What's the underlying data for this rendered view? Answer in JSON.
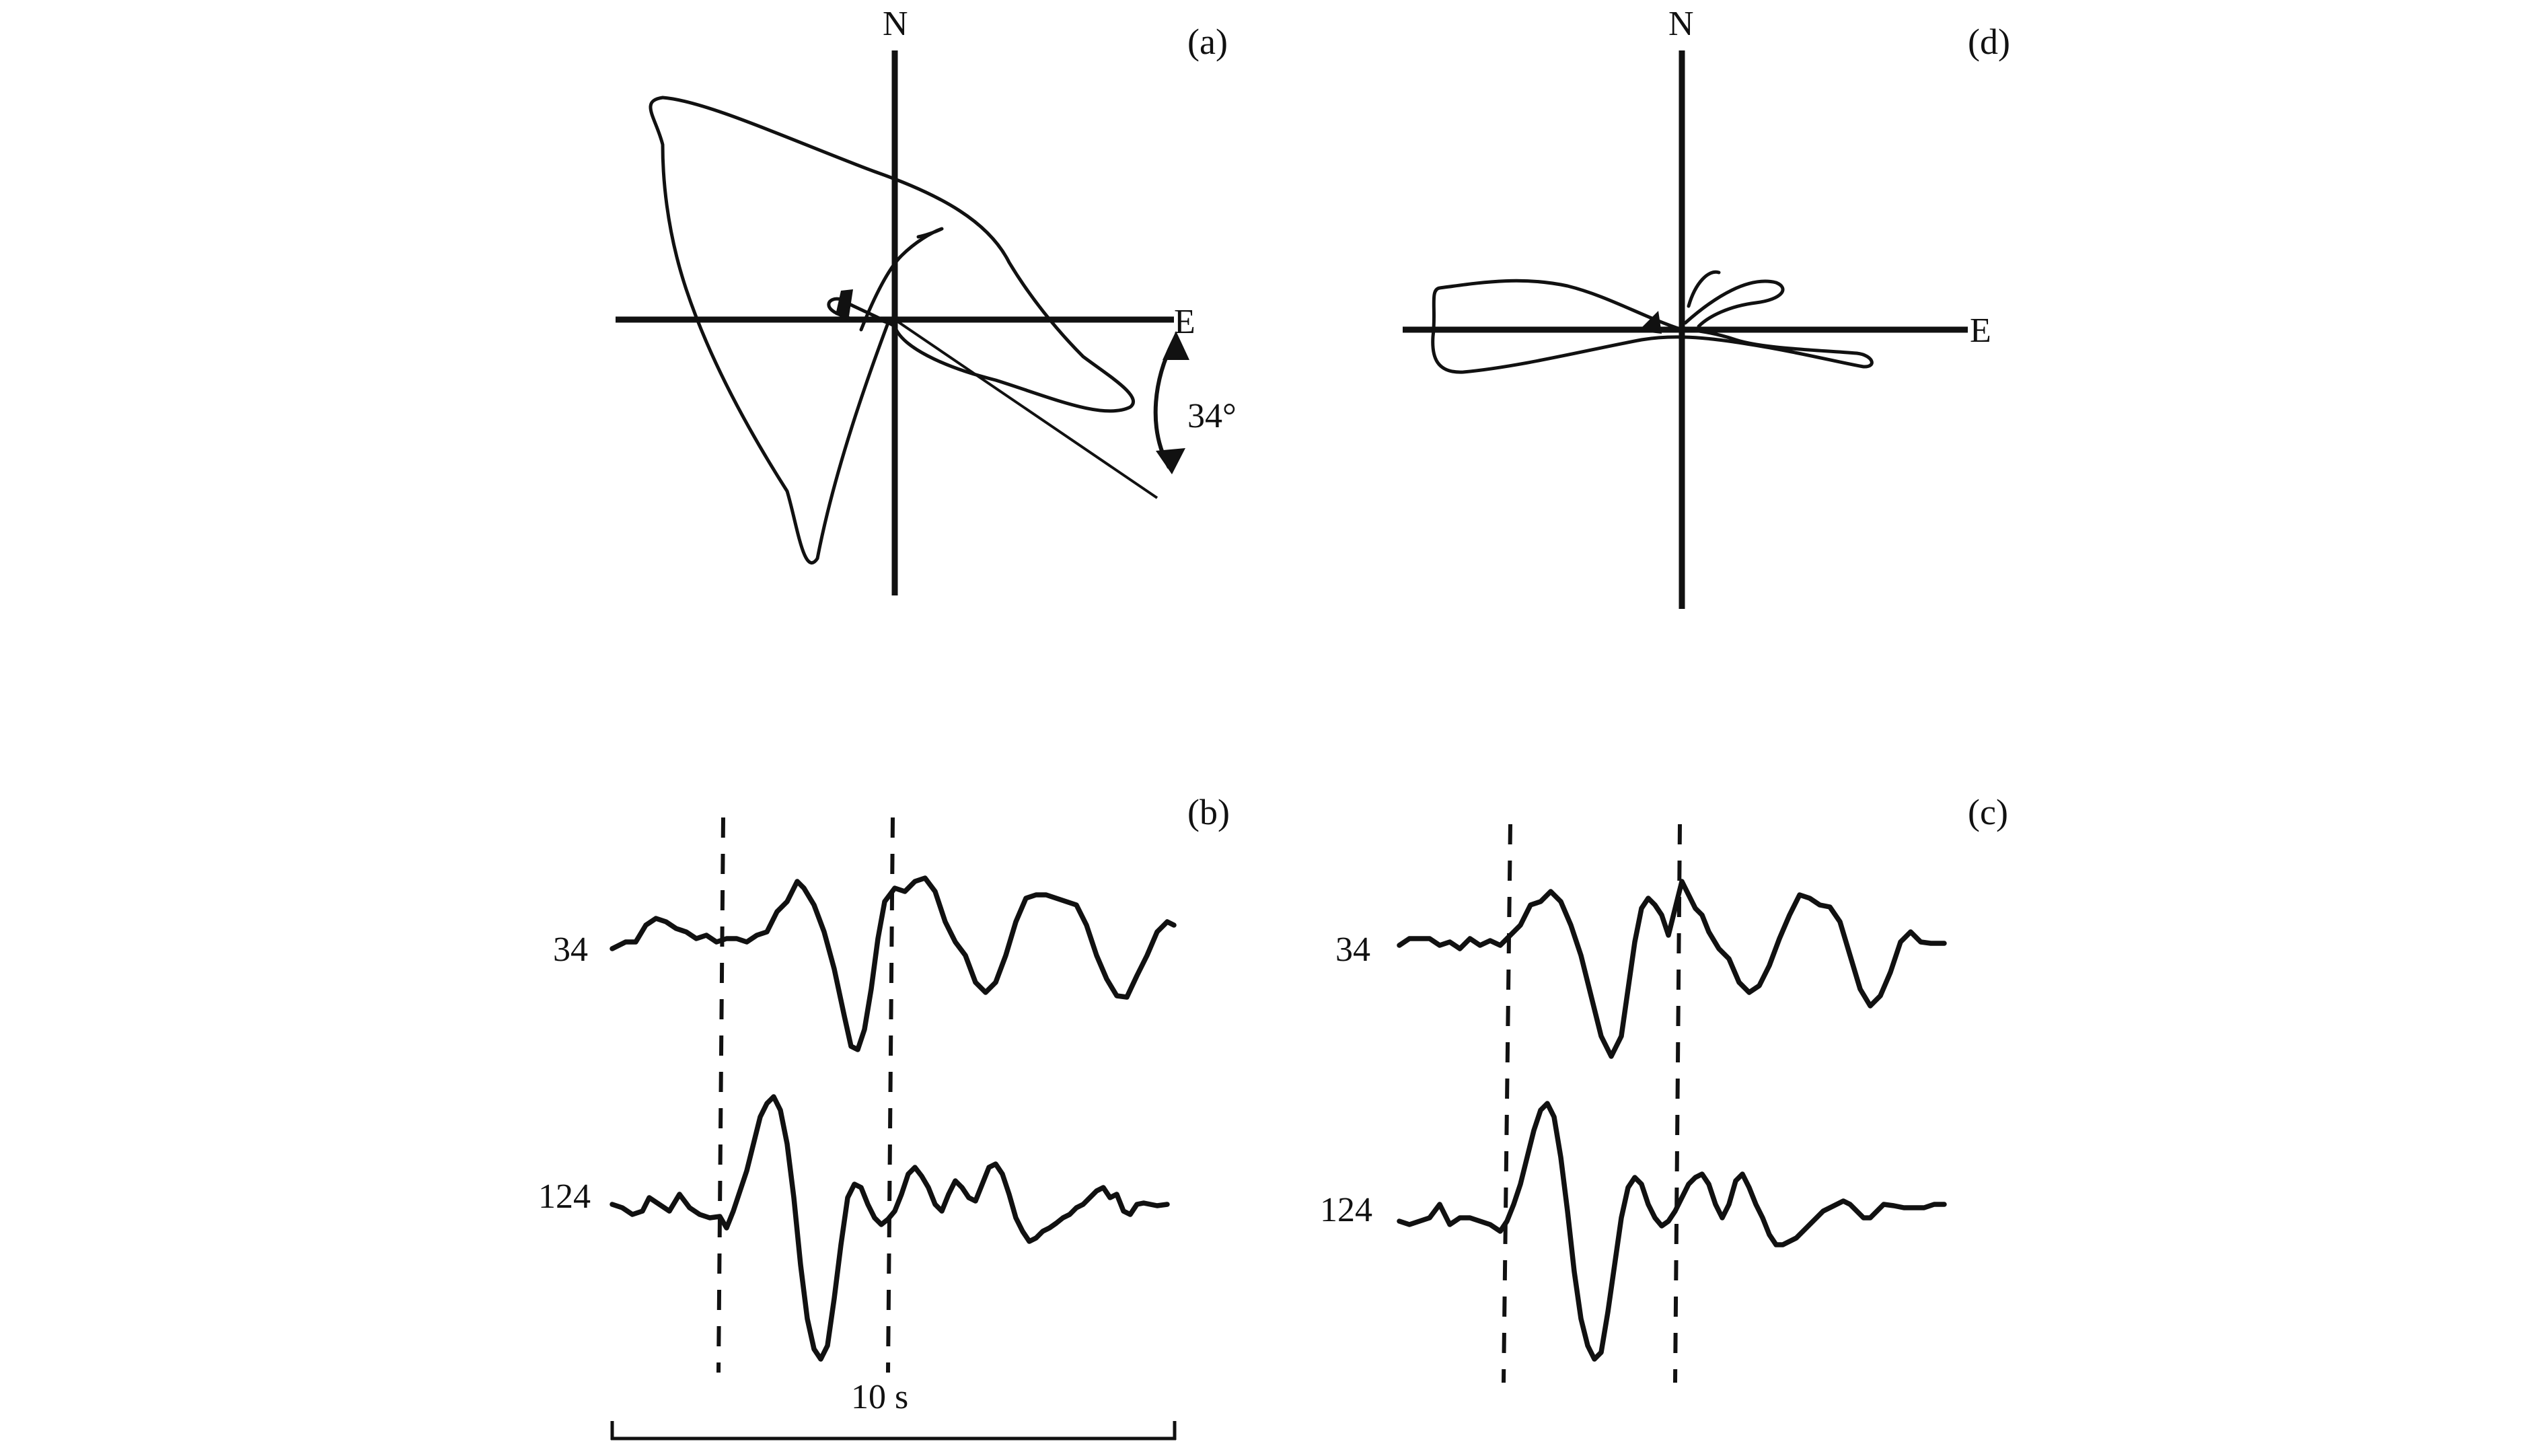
{
  "panels": {
    "a": {
      "tag": "(a)",
      "north": "N",
      "east": "E",
      "angle_label": "34°"
    },
    "d": {
      "tag": "(d)",
      "north": "N",
      "east": "E"
    },
    "b": {
      "tag": "(b)",
      "trace_top": "34",
      "trace_bottom": "124"
    },
    "c": {
      "tag": "(c)",
      "trace_top": "34",
      "trace_bottom": "124"
    }
  },
  "scale_bar": {
    "label": "10 s"
  }
}
